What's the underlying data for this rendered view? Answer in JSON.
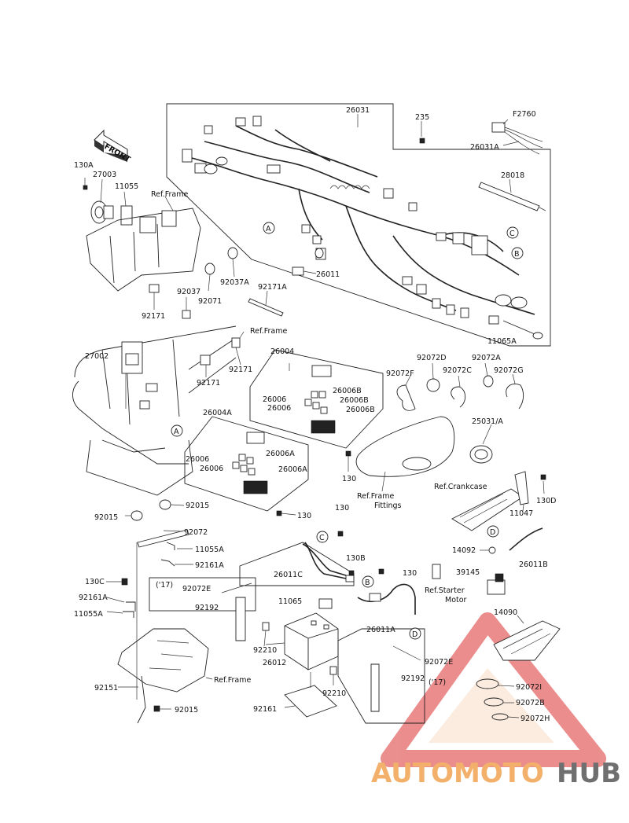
{
  "front_arrow": "FRONT",
  "callouts": {
    "c26031": "26031",
    "c235": "235",
    "cF2760": "F2760",
    "c26031A": "26031A",
    "c28018": "28018",
    "c130A": "130A",
    "c27003": "27003",
    "c11055": "11055",
    "refFrame1": "Ref.Frame",
    "c26011": "26011",
    "c11065A": "11065A",
    "c92037A": "92037A",
    "c92037": "92037",
    "c92071": "92071",
    "c92171A": "92171A",
    "c92171a": "92171",
    "refFrame2": "Ref.Frame",
    "c27002": "27002",
    "c92171b": "92171",
    "c92171c": "92171",
    "c26004": "26004",
    "c26006a": "26006",
    "c26006Ba": "26006B",
    "c26006b": "26006",
    "c26006Bb": "26006B",
    "c26006c": "26006",
    "c26006Bc": "26006B",
    "c26004A": "26004A",
    "c26006d": "26006",
    "c26006Aa": "26006A",
    "c26006e": "26006",
    "c26006Ab": "26006A",
    "c130a": "130",
    "c130b": "130",
    "c92072F": "92072F",
    "c92072D": "92072D",
    "c92072C": "92072C",
    "c92072A": "92072A",
    "c92072G": "92072G",
    "c25031A": "25031/A",
    "refFittings1": "Ref.Frame",
    "refFittings2": "Fittings",
    "refCrankcase": "Ref.Crankcase",
    "c11047": "11047",
    "c130D": "130D",
    "c92015a": "92015",
    "c92015b": "92015",
    "c92072": "92072",
    "c11055A": "11055A",
    "c92161A": "92161A",
    "c130c": "130",
    "c130B": "130B",
    "c130d": "130",
    "c26011C": "26011C",
    "c130C": "130C",
    "c92161Ab": "92161A",
    "c11055Ab": "11055A",
    "yr17a": "('17)",
    "c92072E": "92072E",
    "c92192": "92192",
    "c11065": "11065",
    "c26011A": "26011A",
    "c14092": "14092",
    "c26011B": "26011B",
    "c39145": "39145",
    "refStarter1": "Ref.Starter",
    "refStarter2": "Motor",
    "c14090": "14090",
    "c92210a": "92210",
    "c26012": "26012",
    "c92210b": "92210",
    "c92072Eb": "92072E",
    "c92192b": "92192",
    "yr17b": "('17)",
    "c92151": "92151",
    "refFrame3": "Ref.Frame",
    "c92015c": "92015",
    "c92161": "92161",
    "c92072I": "92072I",
    "c92072B": "92072B",
    "c92072H": "92072H"
  },
  "connectors": {
    "A1": "A",
    "A2": "A",
    "B1": "B",
    "B2": "B",
    "C1": "C",
    "C2": "C",
    "D1": "D",
    "D2": "D"
  },
  "watermark": {
    "part1": "AUTOMOTO",
    "part2": "HUB",
    "color_orange": "#f2a65a",
    "color_red": "#e23b3b",
    "color_gray": "#6f6f6f"
  }
}
